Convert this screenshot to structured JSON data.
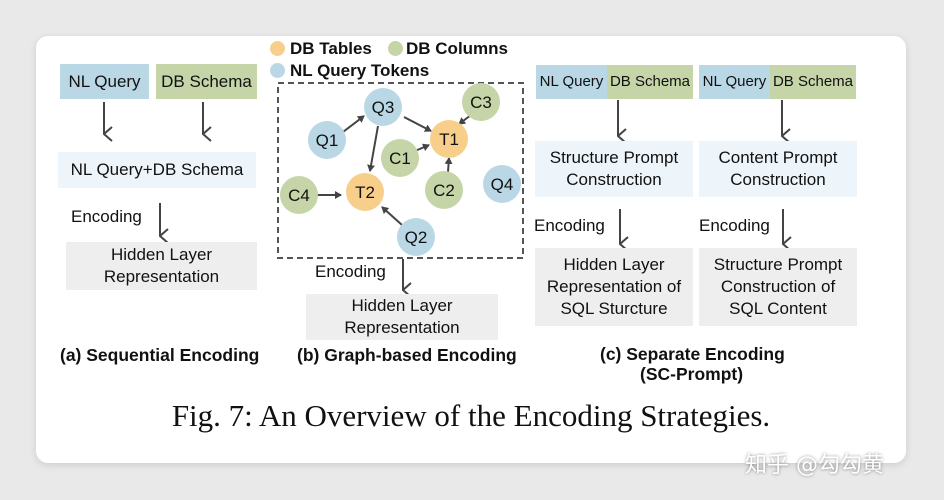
{
  "colors": {
    "table_node": "#f8cf8a",
    "column_node": "#c5d5a8",
    "token_node": "#bad7e6",
    "background": "#e9e9e9"
  },
  "panel_a": {
    "nl_query": "NL Query",
    "db_schema": "DB Schema",
    "combined": "NL Query+DB Schema",
    "encoding": "Encoding",
    "hidden": "Hidden Layer Representation",
    "caption": "(a) Sequential Encoding"
  },
  "panel_b": {
    "legend": [
      "DB Tables",
      "DB Columns",
      "NL Query Tokens"
    ],
    "nodes": {
      "q3": "Q3",
      "q1": "Q1",
      "c3": "C3",
      "t1": "T1",
      "c1": "C1",
      "c2": "C2",
      "q4": "Q4",
      "c4": "C4",
      "t2": "T2",
      "q2": "Q2"
    },
    "encoding": "Encoding",
    "hidden": "Hidden Layer Representation",
    "caption": "(b) Graph-based Encoding"
  },
  "panel_c": {
    "left": {
      "nl_query": "NL Query",
      "db_schema": "DB Schema",
      "construction": "Structure Prompt Construction",
      "encoding": "Encoding",
      "hidden": "Hidden Layer Representation of SQL Sturcture"
    },
    "right": {
      "nl_query": "NL Query",
      "db_schema": "DB Schema",
      "construction": "Content Prompt Construction",
      "encoding": "Encoding",
      "hidden": "Structure Prompt Construction of SQL Content"
    },
    "caption_line1": "(c) Separate Encoding",
    "caption_line2": "(SC-Prompt)"
  },
  "figure_caption": "Fig. 7: An Overview of the Encoding Strategies.",
  "watermark": "知乎 @勾勾黄"
}
